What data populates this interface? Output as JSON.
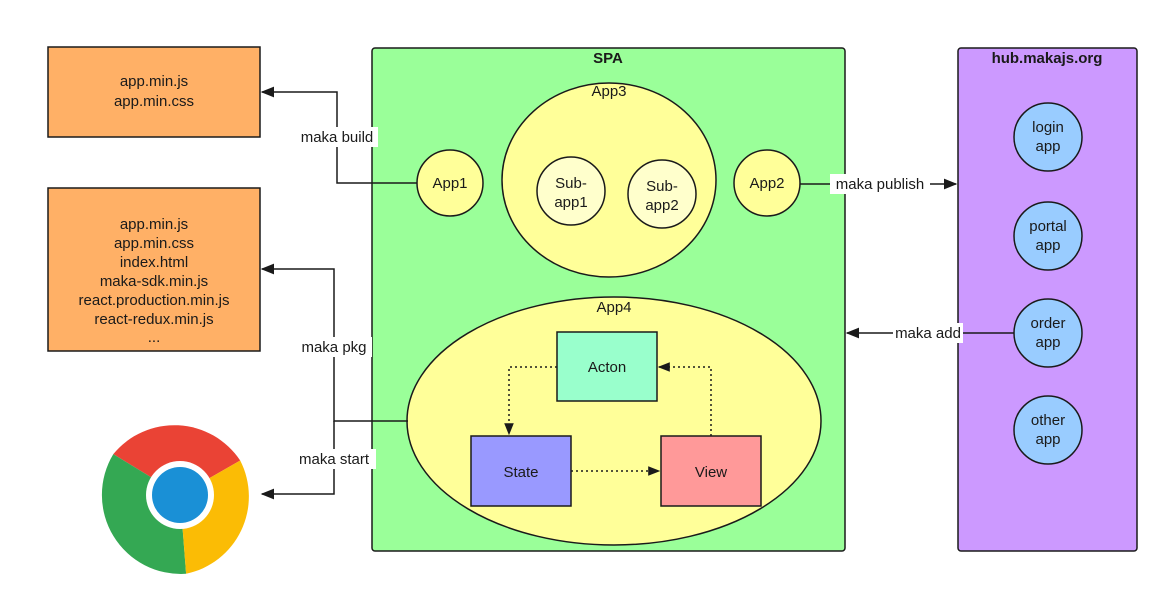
{
  "build_box": {
    "lines": [
      "app.min.js",
      "app.min.css"
    ]
  },
  "pkg_box": {
    "lines": [
      "app.min.js",
      "app.min.css",
      "index.html",
      "maka-sdk.min.js",
      "react.production.min.js",
      "react-redux.min.js",
      "..."
    ]
  },
  "spa": {
    "title": "SPA"
  },
  "app1": {
    "label": "App1"
  },
  "app2": {
    "label": "App2"
  },
  "app3": {
    "label": "App3",
    "sub1": [
      "Sub-",
      "app1"
    ],
    "sub2": [
      "Sub-",
      "app2"
    ]
  },
  "app4": {
    "label": "App4",
    "action": "Acton",
    "state": "State",
    "view": "View"
  },
  "hub": {
    "title": "hub.makajs.org",
    "apps": [
      [
        "login",
        "app"
      ],
      [
        "portal",
        "app"
      ],
      [
        "order",
        "app"
      ],
      [
        "other",
        "app"
      ]
    ]
  },
  "edges": {
    "build": "maka build",
    "pkg": "maka pkg",
    "start": "maka start",
    "publish": "maka publish",
    "add": "maka add"
  },
  "colors": {
    "orange": "#ffb066",
    "green": "#9aff99",
    "yellow": "#ffff99",
    "purple": "#cc99ff",
    "blue": "#99ccff",
    "action": "#99ffcc",
    "state": "#9999ff",
    "view": "#ff9999"
  }
}
